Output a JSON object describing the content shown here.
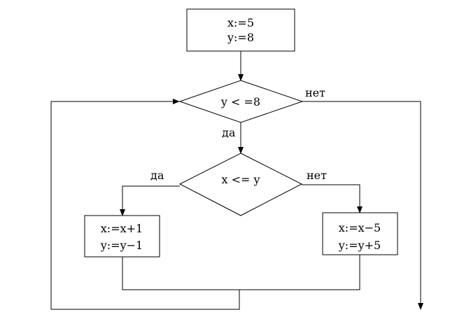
{
  "init_block": {
    "line1": "x:=5",
    "line2": "y:=8"
  },
  "condition_outer": {
    "text": "y < =8",
    "yes_label": "да",
    "no_label": "нет"
  },
  "condition_inner": {
    "text": "x  <= y",
    "yes_label": "да",
    "no_label": "нет"
  },
  "yes_block": {
    "line1": "x:=x+1",
    "line2": "y:=y−1"
  },
  "no_block": {
    "line1": "x:=x−5",
    "line2": "y:=y+5"
  }
}
